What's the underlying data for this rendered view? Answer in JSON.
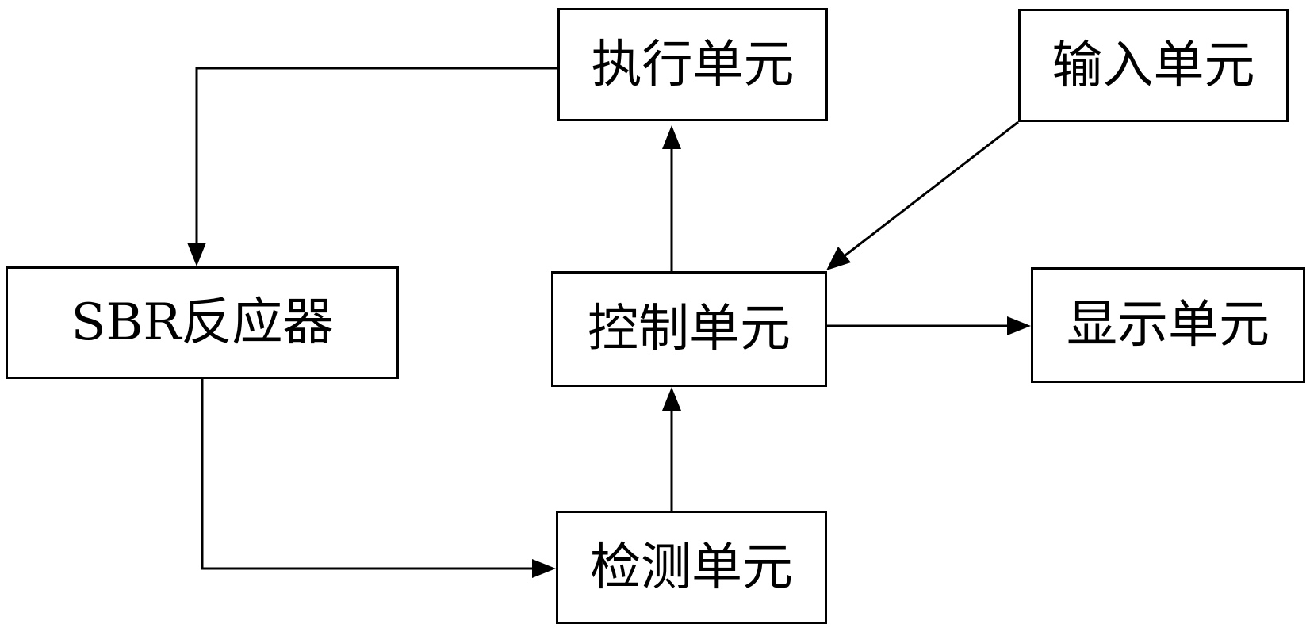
{
  "nodes": {
    "execute_unit": "执行单元",
    "input_unit": "输入单元",
    "sbr_reactor": "SBR反应器",
    "control_unit": "控制单元",
    "display_unit": "显示单元",
    "detect_unit": "检测单元"
  },
  "edges": [
    {
      "from": "execute_unit",
      "to": "sbr_reactor"
    },
    {
      "from": "sbr_reactor",
      "to": "detect_unit"
    },
    {
      "from": "detect_unit",
      "to": "control_unit"
    },
    {
      "from": "control_unit",
      "to": "execute_unit"
    },
    {
      "from": "input_unit",
      "to": "control_unit"
    },
    {
      "from": "control_unit",
      "to": "display_unit"
    }
  ],
  "colors": {
    "line": "#000000",
    "box_border": "#000000",
    "background": "#ffffff"
  }
}
